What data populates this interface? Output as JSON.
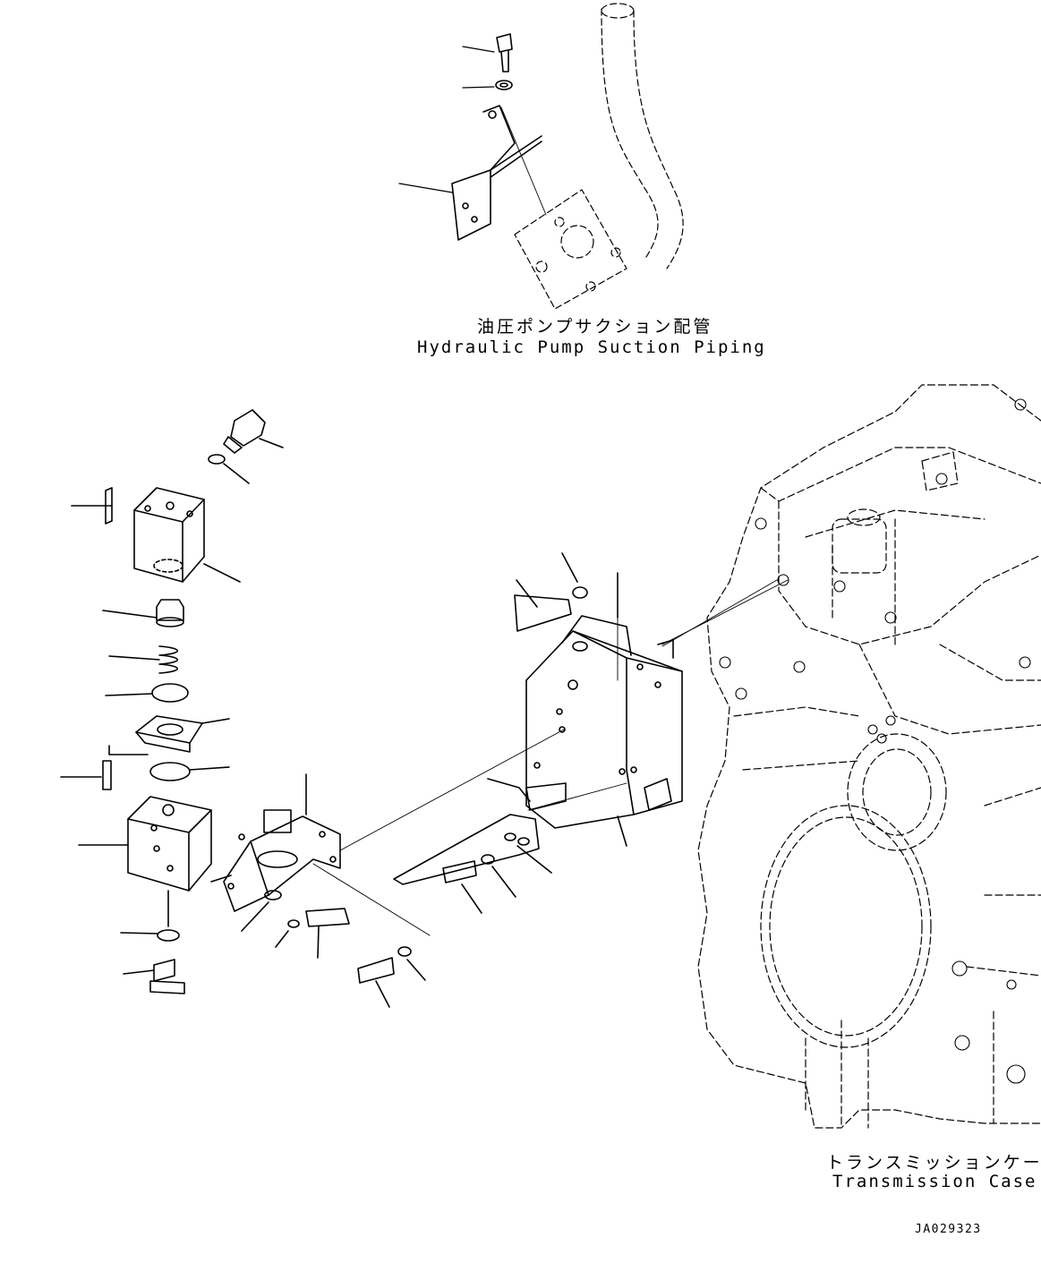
{
  "labels": {
    "suction_piping_jp": "油圧ポンプサクション配管",
    "suction_piping_en": "Hydraulic Pump Suction Piping",
    "transmission_case_jp": "トランスミッションケース",
    "transmission_case_en": "Transmission Case",
    "drawing_code": "JA029323"
  },
  "colors": {
    "line": "#000000",
    "background": "#ffffff"
  }
}
